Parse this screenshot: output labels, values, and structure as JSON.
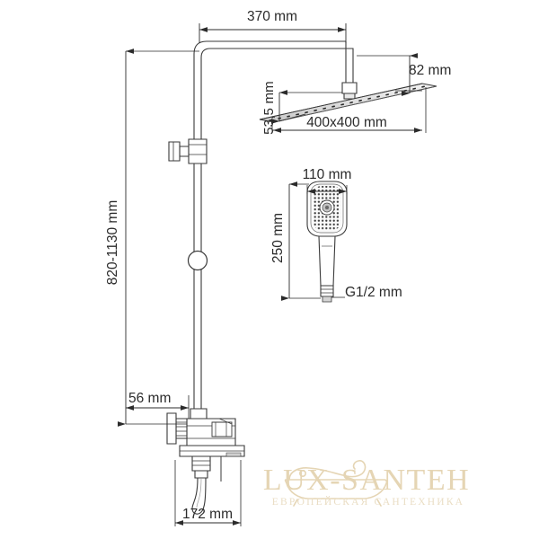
{
  "document": {
    "type": "technical-dimension-drawing",
    "product": "shower column system with thermostatic mixer, overhead rain shower and hand shower",
    "units": "mm",
    "background_color": "#ffffff",
    "line_color": "#3a3a3a",
    "dimension_color": "#2b2b2b"
  },
  "dimensions": {
    "reach_370": "370 mm",
    "head_thickness_82": "82 mm",
    "head_drop_53_5": "53,5 mm",
    "head_size_400": "400x400 mm",
    "height_range": "820-1130 mm",
    "wall_offset_56": "56 mm",
    "spout_reach_172": "172 mm",
    "hand_width_110": "110 mm",
    "hand_length_250": "250 mm",
    "thread_g12": "G1/2 mm"
  },
  "parts": {
    "riser_pipe": "riser-pipe",
    "overhead_shower": "rain-shower-head",
    "wall_bracket": "wall-bracket",
    "slider_ring": "slider-ring",
    "mixer_valve": "mixer-valve-body",
    "shelf": "valve-shelf",
    "hose": "flexible-hose",
    "hand_shower": "hand-shower"
  },
  "watermark": {
    "brand": "LUX-SANTEH",
    "tagline": "ЕВРОПЕЙСКАЯ САНТЕХНИКА",
    "icon": "bathtub-icon",
    "color": "#e4d3b0"
  }
}
